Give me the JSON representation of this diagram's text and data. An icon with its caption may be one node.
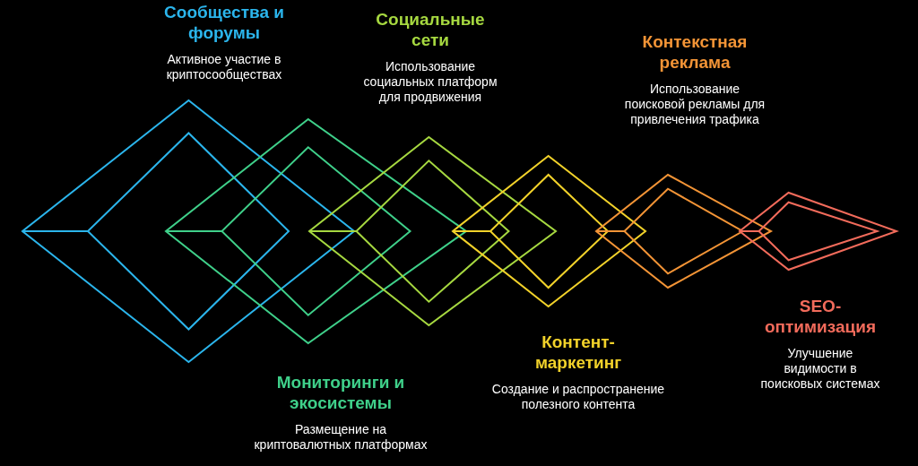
{
  "diagram": {
    "nodes": [
      {
        "text": [
          "Сообщества и форумы",
          "Активное участие в криптосообществах"
        ]
      },
      {
        "text": [
          "Мониторинги и экосистемы",
          "Размещение на криптовалютных платформах"
        ]
      },
      {
        "text": [
          "Социальные сети",
          "Использование социальных платформ для продвижения"
        ]
      },
      {
        "text": [
          "Контент-маркетинг",
          "Создание и распространение полезного контента"
        ]
      },
      {
        "text": [
          "Контекстная реклама",
          "Использование поисковой рекламы для привлечения трафика"
        ]
      },
      {
        "text": [
          "SEO-оптимизация",
          "Улучшение видимости в поисковых системах"
        ]
      }
    ]
  }
}
